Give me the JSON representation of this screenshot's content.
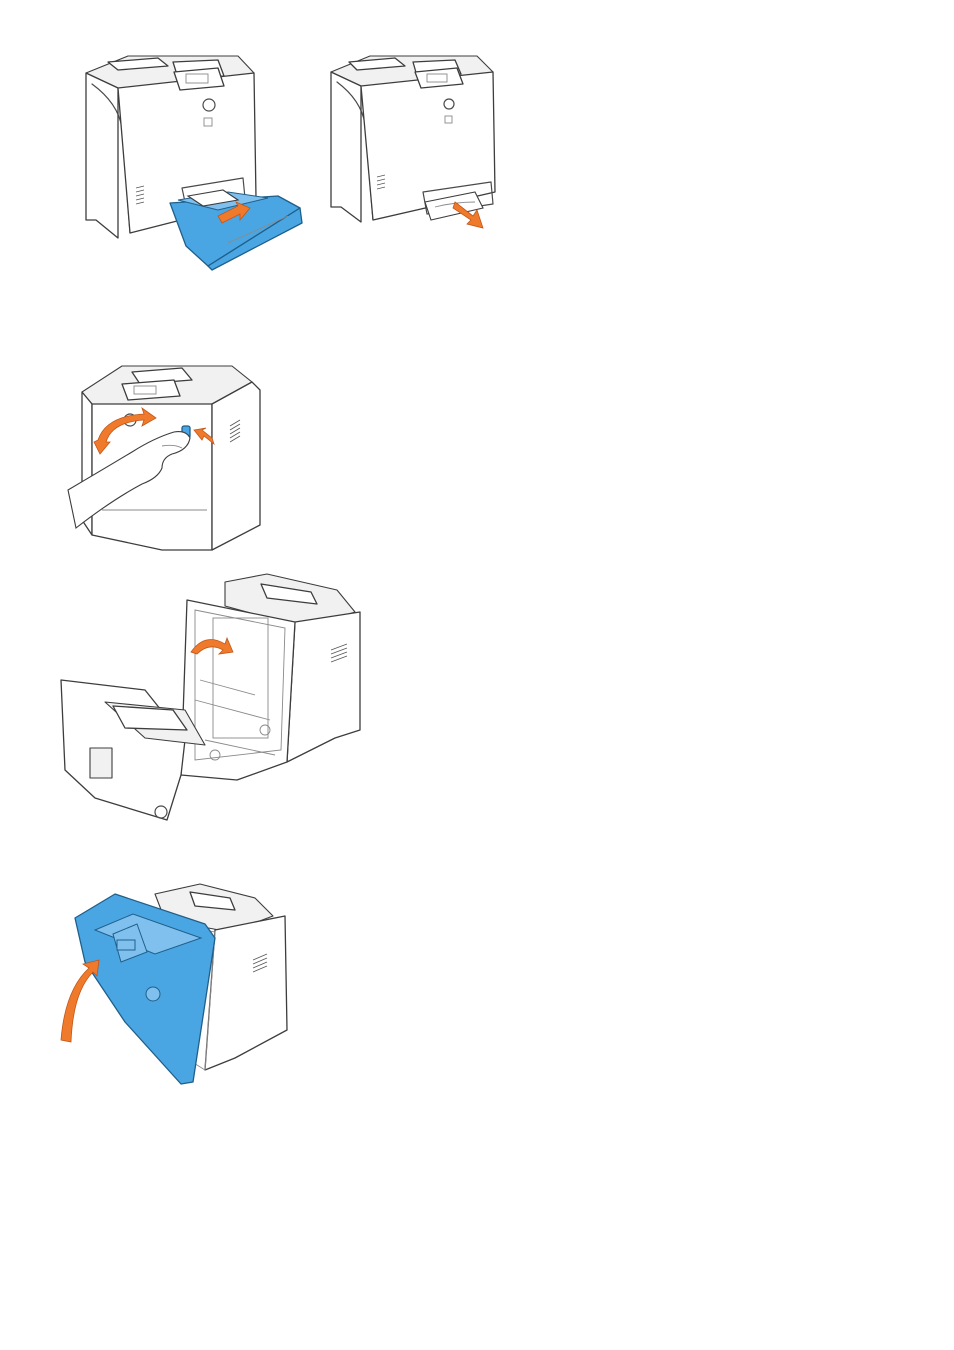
{
  "figures": [
    {
      "id": "remove-tray",
      "description_icon": "printer-tray-removal-illustration",
      "accent_color": "#4aa6e3"
    },
    {
      "id": "pull-jammed-paper",
      "description_icon": "printer-paper-jam-illustration",
      "accent_color": "#f07a2b"
    },
    {
      "id": "press-release-button",
      "description_icon": "printer-front-cover-release-illustration",
      "accent_color": "#f07a2b"
    },
    {
      "id": "open-front-cover",
      "description_icon": "printer-open-cover-illustration",
      "accent_color": "#f07a2b"
    },
    {
      "id": "close-front-cover",
      "description_icon": "printer-close-cover-illustration",
      "accent_color": "#4aa6e3"
    }
  ],
  "colors": {
    "highlight_blue": "#4aa6e3",
    "arrow_orange": "#f07a2b",
    "line_gray": "#4a4a4a"
  }
}
